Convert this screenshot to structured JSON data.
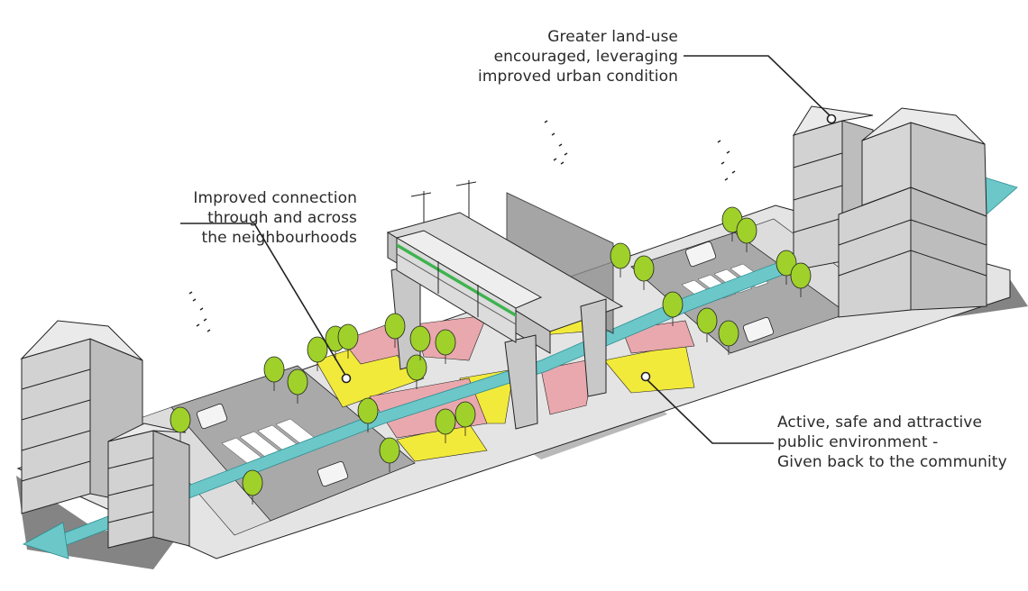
{
  "callouts": {
    "land_use": {
      "lines": [
        "Greater land-use",
        "encouraged, leveraging",
        "improved urban condition"
      ]
    },
    "connection": {
      "lines": [
        "Improved connection",
        "through and across",
        "the neighbourhoods"
      ]
    },
    "public_environment": {
      "lines": [
        "Active, safe and attractive",
        "public environment -",
        "Given back to the community"
      ]
    }
  },
  "colors": {
    "road": "#a9a9a9",
    "sidewalk": "#dcdcdc",
    "plaza_yellow": "#f2ea3b",
    "plaza_pink": "#e9a8ad",
    "building": "#d2d2d2",
    "building_side": "#bdbdbd",
    "shadow": "#6f6f6f",
    "tree_green": "#9fd12a",
    "arrow_teal": "#6cc7c9",
    "train_accent": "#3fb34f",
    "line": "#222222"
  }
}
